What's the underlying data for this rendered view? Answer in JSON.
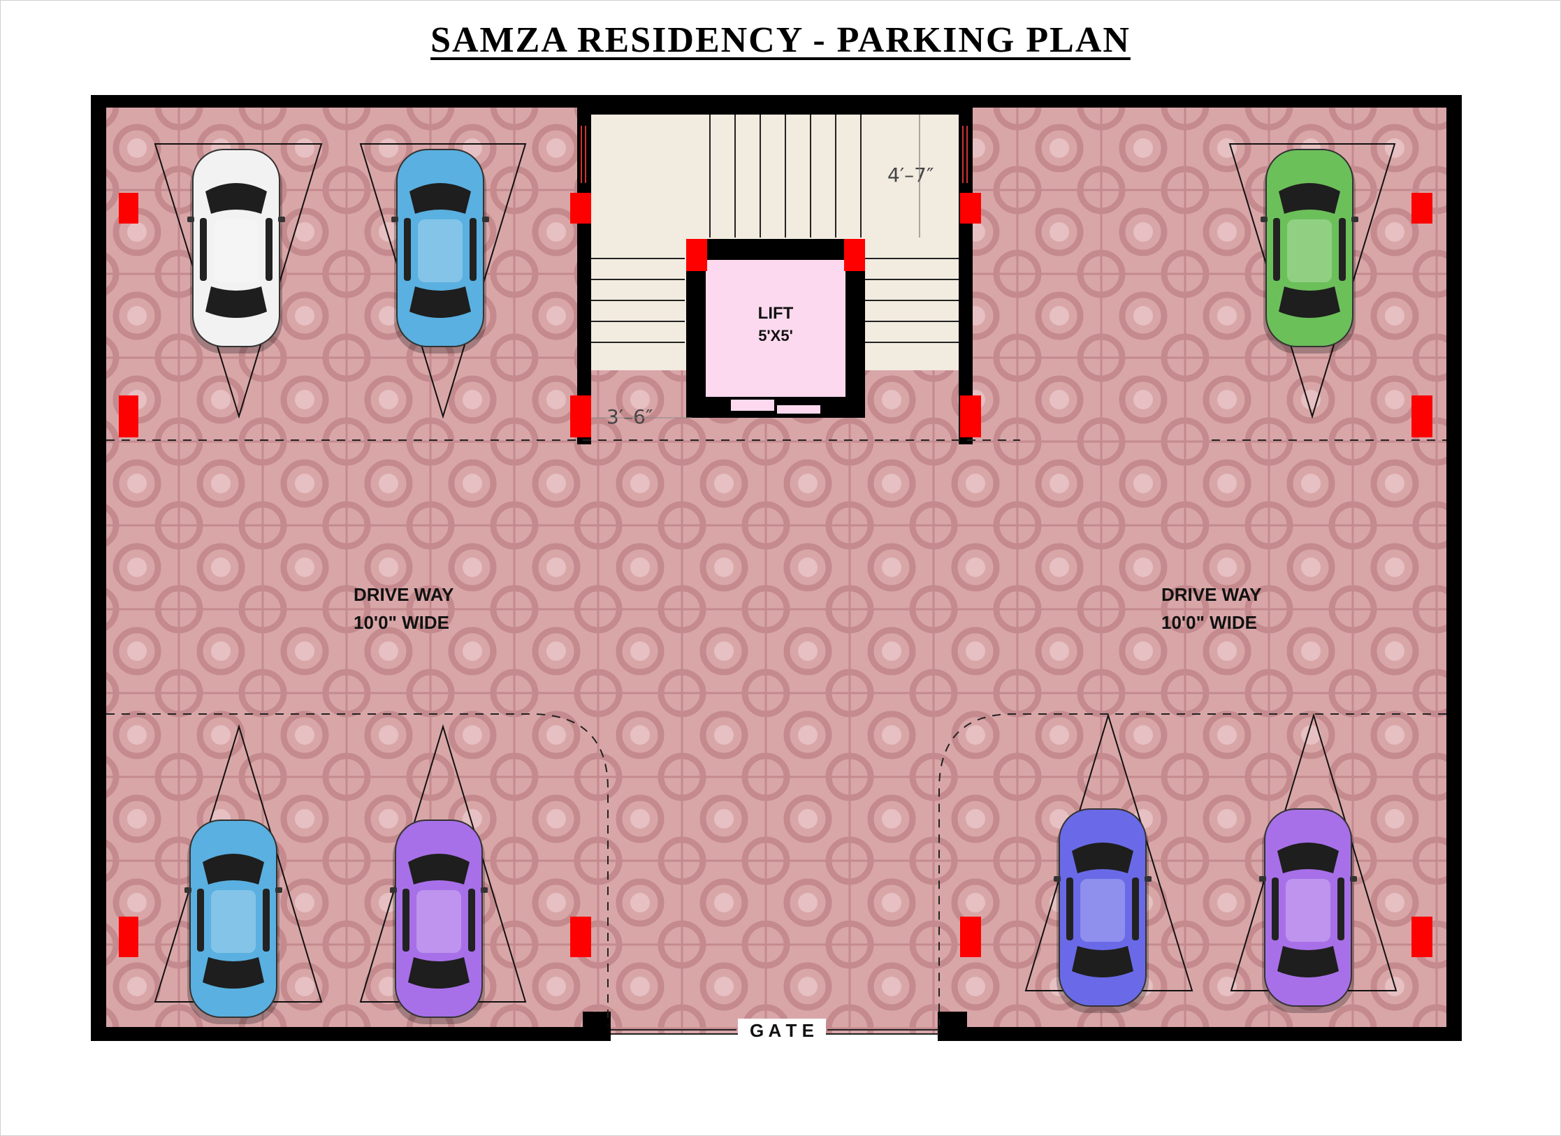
{
  "title": "SAMZA RESIDENCY - PARKING PLAN",
  "labels": {
    "lift_line1": "LIFT",
    "lift_line2": "5'X5'",
    "driveway_left_line1": "DRIVE WAY",
    "driveway_left_line2": "10'0\" WIDE",
    "driveway_right_line1": "DRIVE WAY",
    "driveway_right_line2": "10'0\" WIDE",
    "gate": "G A T E",
    "dim_stair_width": "4′–7″",
    "dim_landing": "3′–6″"
  },
  "colors": {
    "floor": "#d8a4a6",
    "floor_pattern": "#c68a8e",
    "floor_light": "#e8c4c6",
    "wall": "#000000",
    "column": "#ff0000",
    "stair": "#f0e8dc",
    "lift": "#fbd7ec"
  },
  "cars": [
    {
      "name": "car-white",
      "color": "#f2f2f2",
      "icon": "car-icon"
    },
    {
      "name": "car-blue-top",
      "color": "#5ab0e0",
      "icon": "car-icon"
    },
    {
      "name": "car-green",
      "color": "#6cc05a",
      "icon": "car-icon"
    },
    {
      "name": "car-blue-bottom",
      "color": "#5ab0e0",
      "icon": "car-icon"
    },
    {
      "name": "car-purple-left",
      "color": "#a870e8",
      "icon": "car-icon"
    },
    {
      "name": "car-indigo",
      "color": "#6a6ae8",
      "icon": "car-icon"
    },
    {
      "name": "car-purple-right",
      "color": "#a870e8",
      "icon": "car-icon"
    }
  ]
}
